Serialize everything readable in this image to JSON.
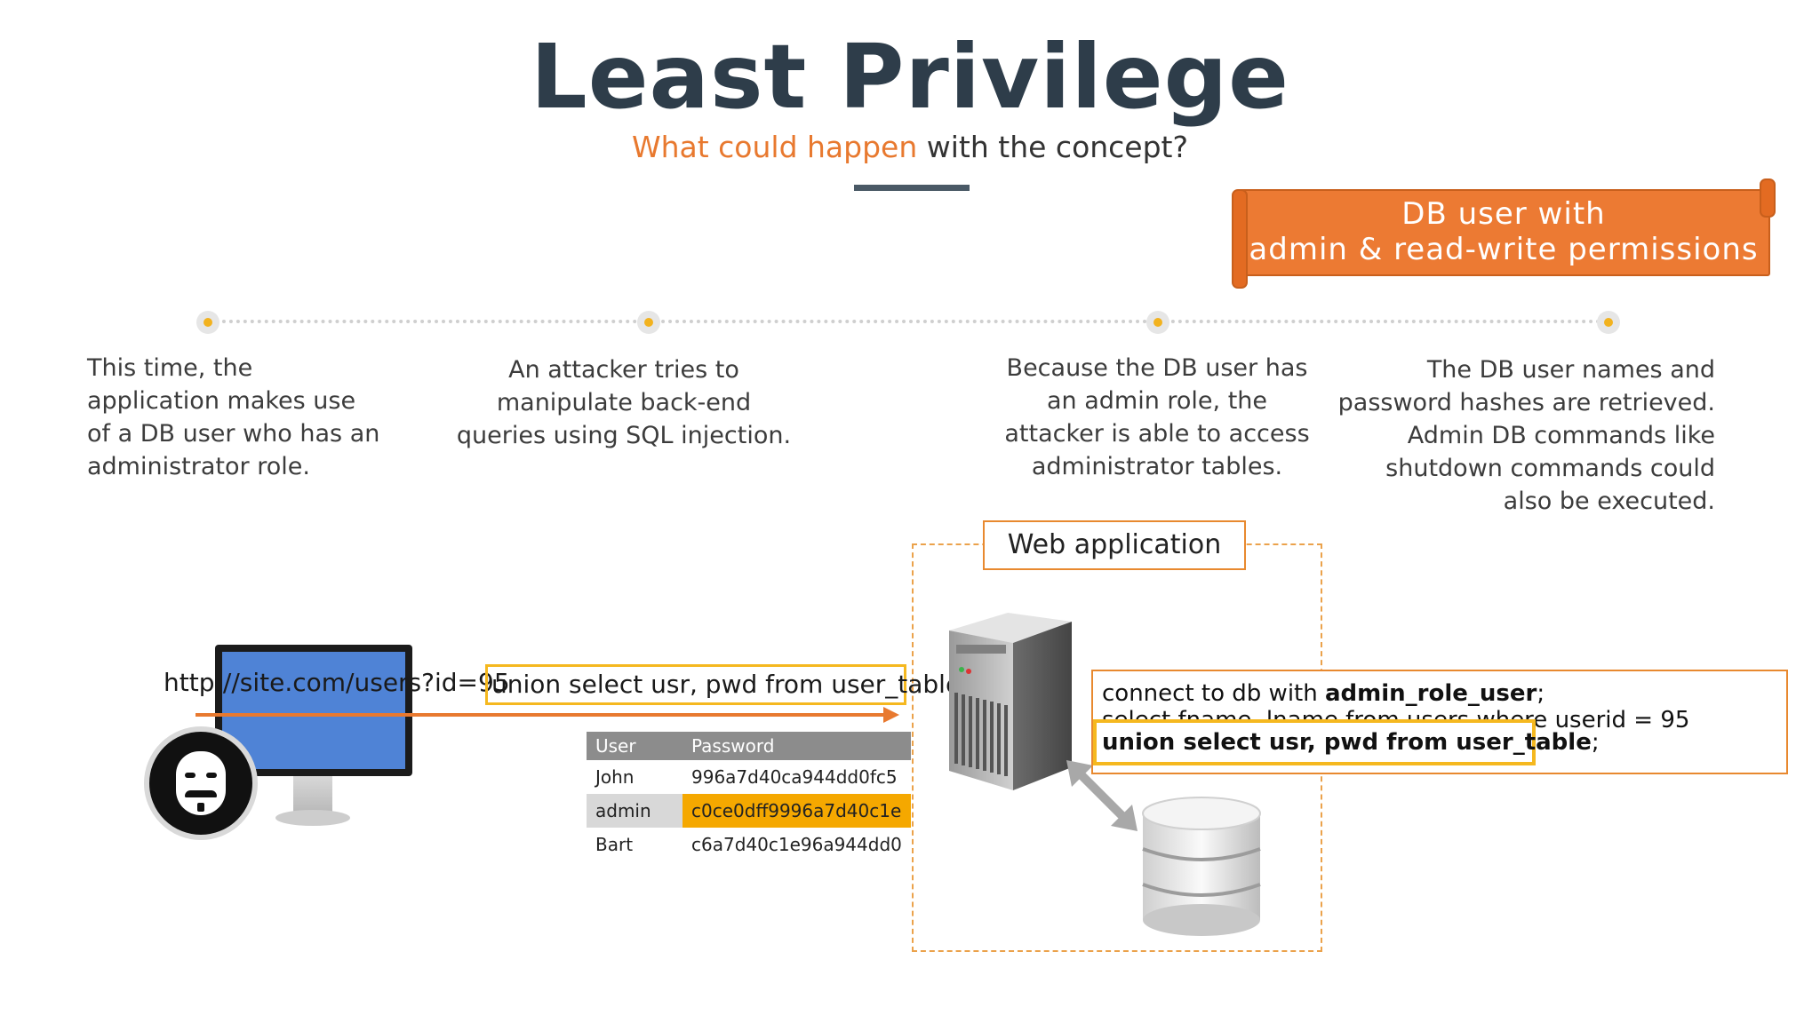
{
  "header": {
    "title": "Least Privilege",
    "subtitle_highlight": "What could happen",
    "subtitle_rest": " with the concept?"
  },
  "banner": {
    "line1": "DB user with",
    "line2": "admin & read-write permissions"
  },
  "steps": [
    {
      "lines": [
        "This time, the",
        "application makes use",
        "of a DB user who has an",
        "administrator role."
      ]
    },
    {
      "lines": [
        "An attacker tries to",
        "manipulate back-end",
        "queries using SQL injection."
      ]
    },
    {
      "lines": [
        "Because the DB user has",
        "an admin role, the",
        "attacker is able to access",
        "administrator tables."
      ]
    },
    {
      "lines": [
        "The DB user names and",
        "password hashes are retrieved.",
        "Admin DB commands like",
        "shutdown commands could",
        "also be executed."
      ]
    }
  ],
  "webapp": {
    "label": "Web application"
  },
  "request": {
    "url": "http://site.com/users?id=95",
    "injection": "union select usr, pwd from user_table"
  },
  "table": {
    "headers": [
      "User",
      "Password"
    ],
    "rows": [
      [
        "John",
        "996a7d40ca944dd0fc5"
      ],
      [
        "admin",
        "c0ce0dff9996a7d40c1e"
      ],
      [
        "Bart",
        "c6a7d40c1e96a944dd0"
      ]
    ]
  },
  "sql": {
    "line1_prefix": "connect to db with ",
    "line1_bold": "admin_role_user",
    "line1_suffix": ";",
    "line2": "select fname, lname from users where userid = 95",
    "line3_bold": "union select usr, pwd from user_table",
    "line3_suffix": ";"
  },
  "colors": {
    "accent": "#e8792f",
    "highlight": "#f5b81f",
    "title": "#2e3d4a"
  }
}
